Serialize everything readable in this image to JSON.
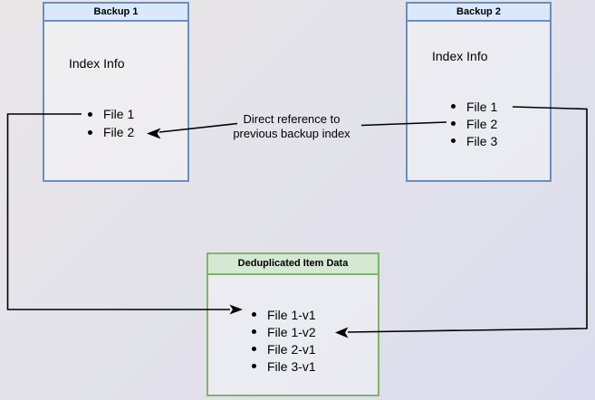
{
  "boxes": {
    "backup1": {
      "title": "Backup 1",
      "subtitle": "Index Info",
      "files": [
        "File 1",
        "File 2"
      ]
    },
    "backup2": {
      "title": "Backup 2",
      "subtitle": "Index Info",
      "files": [
        "File 1",
        "File 2",
        "File 3"
      ]
    },
    "dedup": {
      "title": "Deduplicated Item Data",
      "files": [
        "File 1-v1",
        "File 1-v2",
        "File 2-v1",
        "File 3-v1"
      ]
    }
  },
  "annotation": {
    "line1": "Direct reference to",
    "line2": "previous backup index"
  },
  "colors": {
    "blue_header_fill": "#dae8fc",
    "blue_border": "#6c8ebf",
    "green_header_fill": "#d5e8d4",
    "green_border": "#82b366",
    "arrow": "#000000"
  }
}
